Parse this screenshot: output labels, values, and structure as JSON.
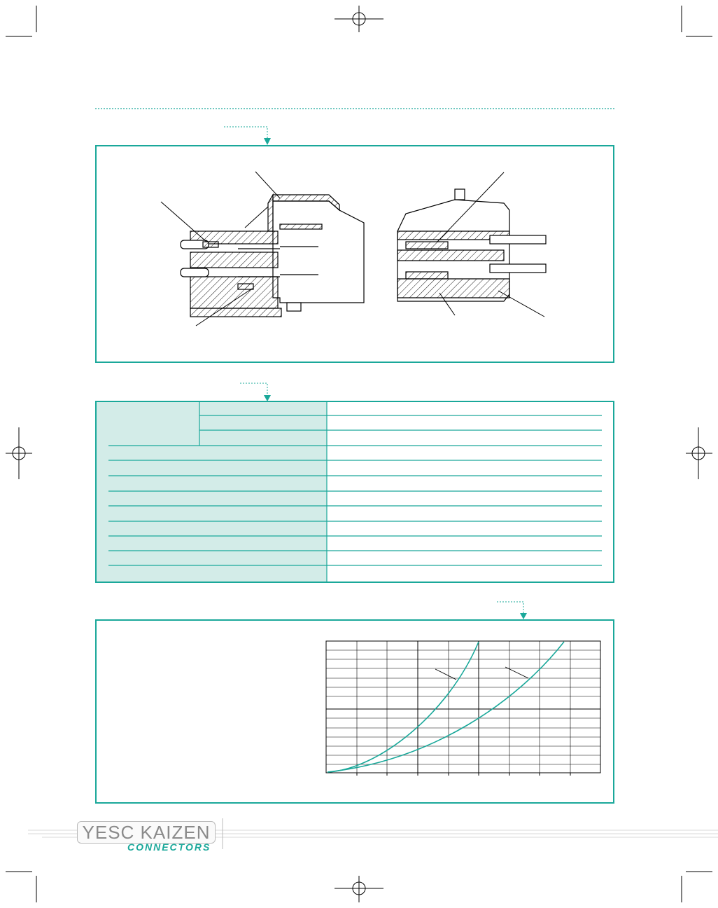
{
  "brand": {
    "name": "YESC KAIZEN",
    "sub": "CONNECTORS",
    "color": "#1aa89a"
  },
  "graph": {
    "grid_columns": 9,
    "grid_rows": 14,
    "curve_count": 2
  }
}
